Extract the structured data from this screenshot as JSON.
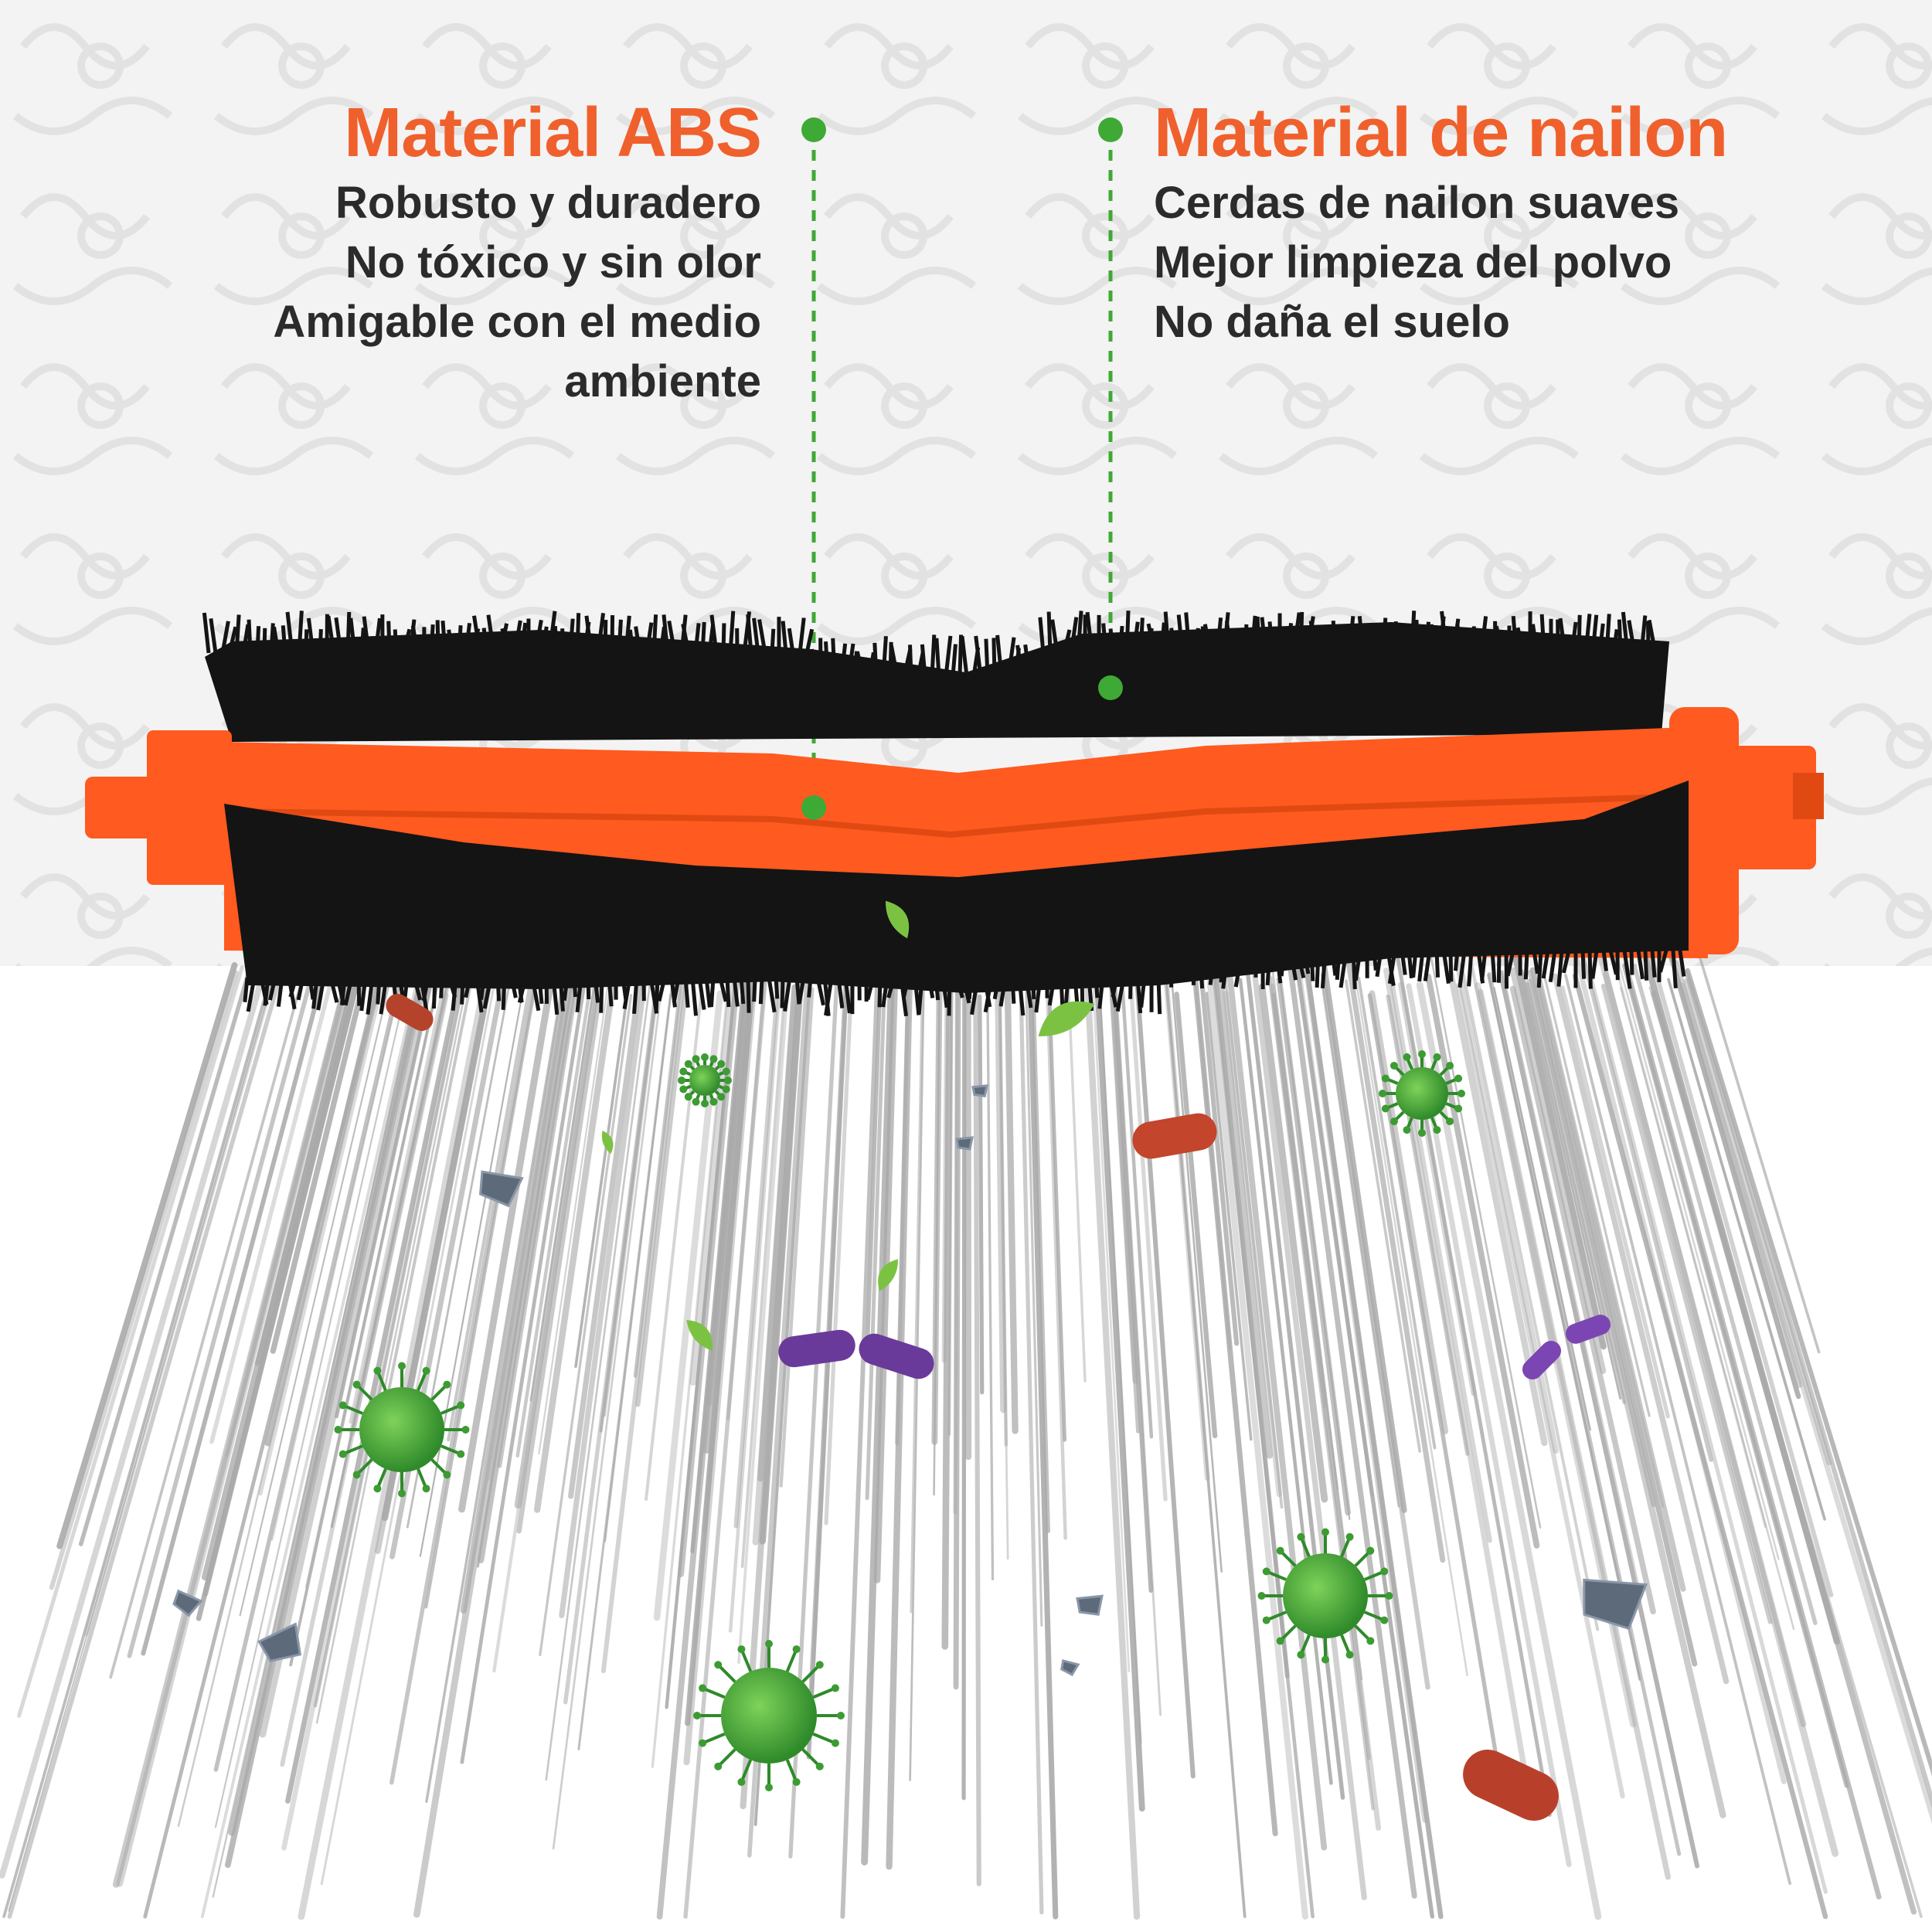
{
  "left_callout": {
    "title": "Material ABS",
    "lines": [
      "Robusto y duradero",
      "No tóxico y sin olor",
      "Amigable con el medio",
      "ambiente"
    ]
  },
  "right_callout": {
    "title": "Material de nailon",
    "lines": [
      "Cerdas de nailon suaves",
      "Mejor limpieza del polvo",
      "No daña el suelo"
    ]
  },
  "colors": {
    "title_orange": "#f0602c",
    "text_dark": "#2b2b2b",
    "pointer_green": "#3fa935",
    "brush_orange": "#ff5a1f",
    "bristle_black": "#141414",
    "streak_gray": "#a9a9a9"
  },
  "icons": [
    "brush-roll-image",
    "germ-icon",
    "bacteria-icon",
    "leaf-icon",
    "debris-icon",
    "rust-particle-icon"
  ]
}
